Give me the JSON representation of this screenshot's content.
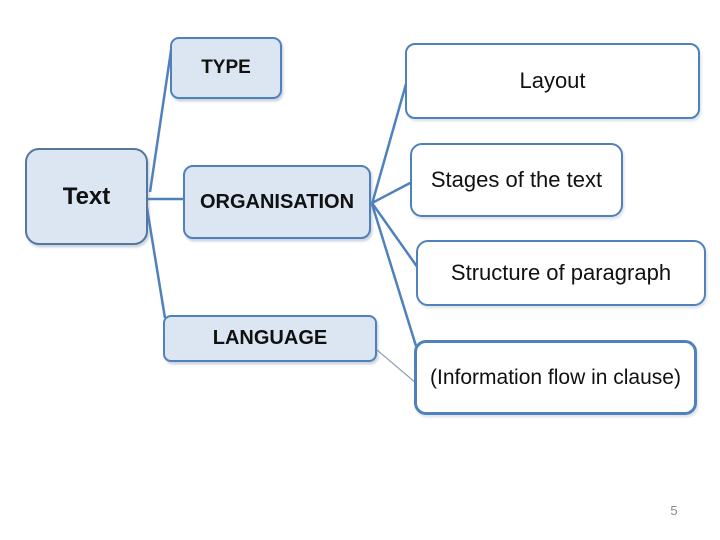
{
  "slide": {
    "page_number": "5",
    "colors": {
      "box_fill": "#dce6f2",
      "box_border": "#4f81bd",
      "white_box_fill": "#ffffff",
      "connector": "#4f81bd",
      "thin_connector": "#8a9bb5",
      "page_number_gray": "#8a8a8a",
      "text_color": "#111111"
    },
    "diagram": {
      "root": {
        "label": "Text"
      },
      "branches": [
        {
          "id": "type",
          "label": "TYPE"
        },
        {
          "id": "organisation",
          "label": "ORGANISATION"
        },
        {
          "id": "language",
          "label": "LANGUAGE"
        }
      ],
      "leaves": [
        {
          "id": "layout",
          "label": "Layout",
          "parent": "organisation"
        },
        {
          "id": "stages",
          "label": "Stages of the text",
          "parent": "organisation"
        },
        {
          "id": "structure",
          "label": "Structure of paragraph",
          "parent": "organisation"
        },
        {
          "id": "information_flow",
          "label": "(Information flow in clause)",
          "parent": "organisation, language"
        }
      ]
    },
    "labels": {
      "text": "Text",
      "type": "TYPE",
      "organisation": "ORGANISATION",
      "language": "LANGUAGE",
      "layout": "Layout",
      "stages": "Stages of the text",
      "structure": "Structure of paragraph",
      "information_flow": "(Information flow in clause)"
    }
  }
}
